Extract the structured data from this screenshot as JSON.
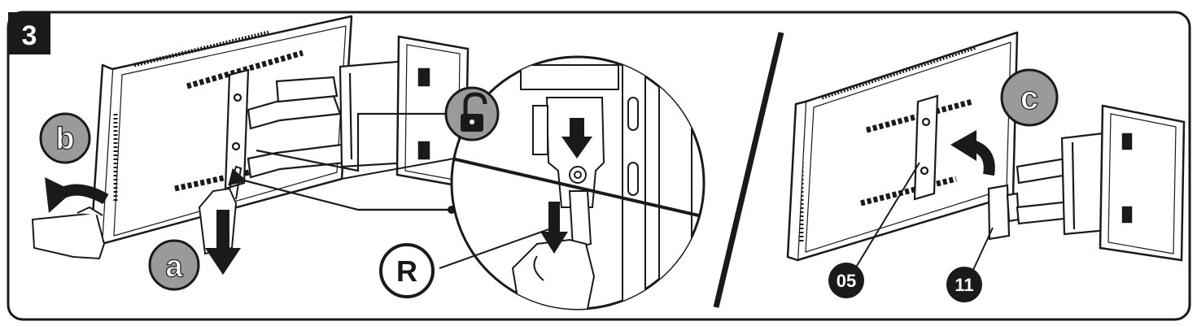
{
  "step": {
    "number": "3"
  },
  "labels": {
    "a": "a",
    "b": "b",
    "c": "c",
    "r": "R",
    "part_05": "05",
    "part_11": "11"
  },
  "icons": {
    "unlock": "unlocked-padlock-icon"
  },
  "colors": {
    "frame": "#1a1a1a",
    "badge_fill": "#9a9a9a",
    "step_badge": "#1a1a1a"
  }
}
